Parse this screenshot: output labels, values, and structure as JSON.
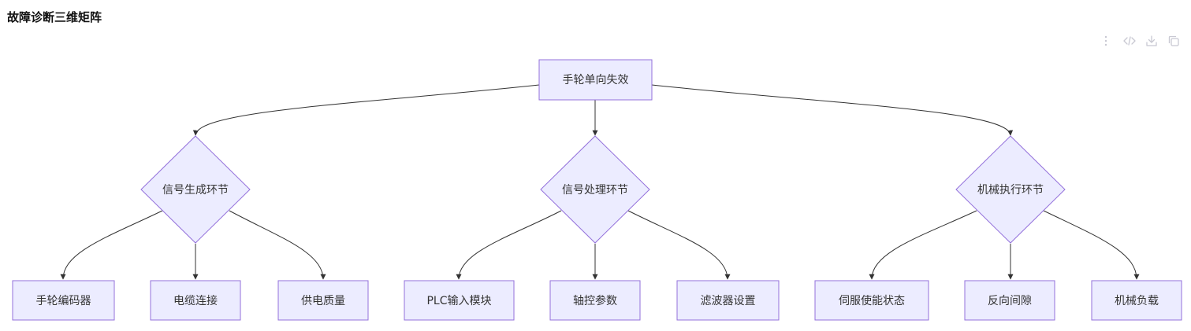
{
  "page": {
    "title": "故障诊断三维矩阵"
  },
  "toolbar": {
    "icons": [
      "more-vertical-icon",
      "code-icon",
      "download-icon",
      "copy-icon"
    ]
  },
  "colors": {
    "node_fill": "#ECECFF",
    "node_stroke": "#9370DB",
    "edge": "#333333",
    "text": "#333333",
    "toolbar_icon": "#C8C8D2"
  },
  "diagram": {
    "root": {
      "label": "手轮单向失效"
    },
    "decisions": [
      {
        "label": "信号生成环节"
      },
      {
        "label": "信号处理环节"
      },
      {
        "label": "机械执行环节"
      }
    ],
    "leaves": [
      {
        "label": "手轮编码器"
      },
      {
        "label": "电缆连接"
      },
      {
        "label": "供电质量"
      },
      {
        "label": "PLC输入模块"
      },
      {
        "label": "轴控参数"
      },
      {
        "label": "滤波器设置"
      },
      {
        "label": "伺服使能状态"
      },
      {
        "label": "反向间隙"
      },
      {
        "label": "机械负载"
      }
    ]
  }
}
